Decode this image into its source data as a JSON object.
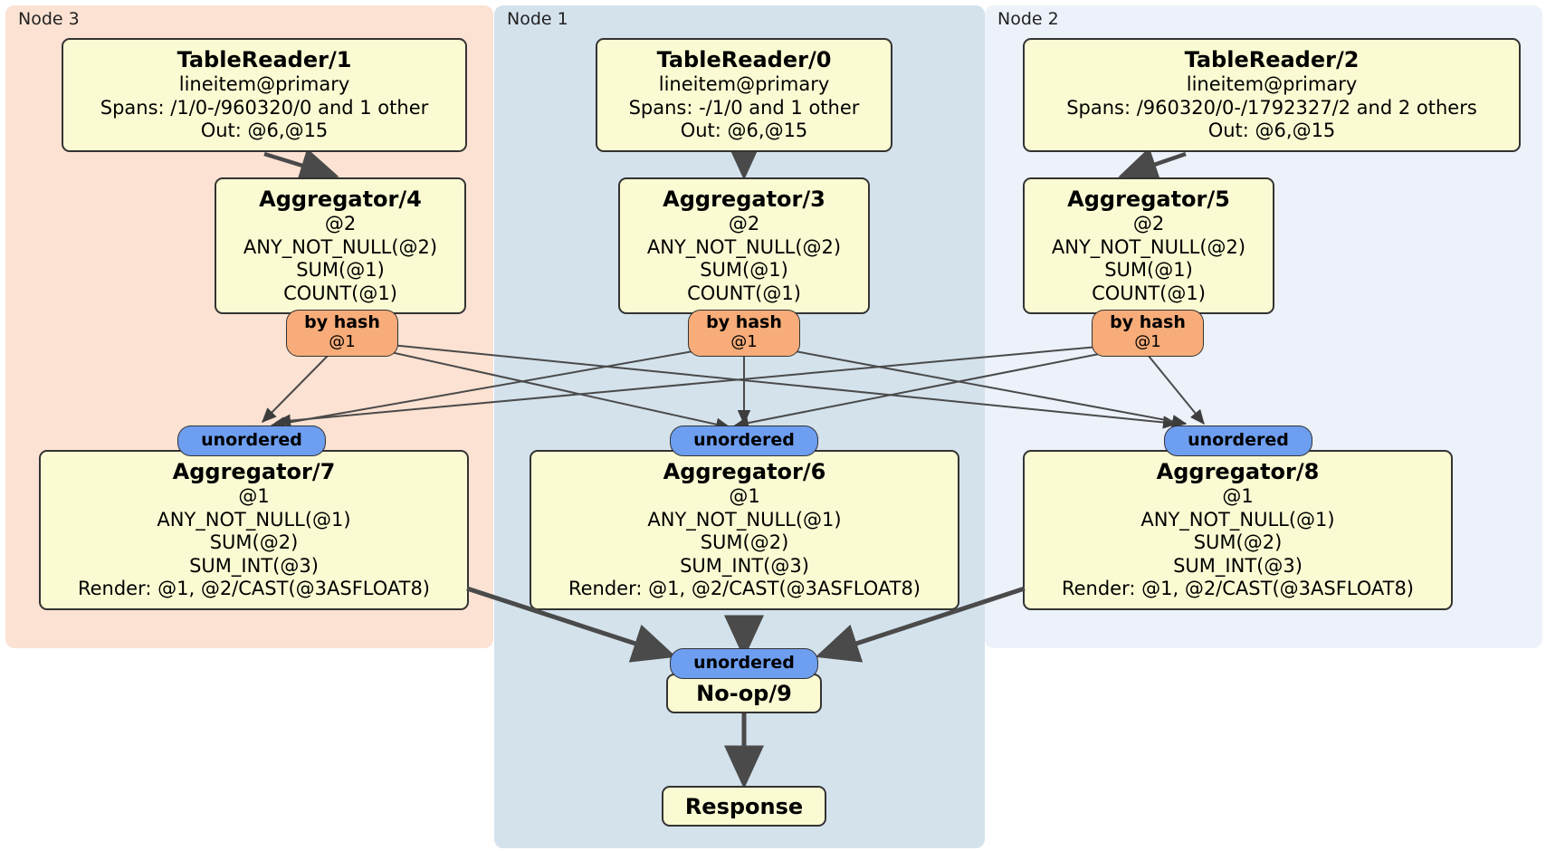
{
  "diagram": {
    "type": "distsql-query-plan",
    "title": "Distributed SQL physical plan",
    "colors": {
      "node3_panel": "#fbe2d3",
      "node1_panel": "#d4e2ec",
      "node2_panel": "#ecf1fa",
      "processor_fill": "#fbfbd3",
      "processor_stroke": "#333333",
      "hash_router": "#f7ac79",
      "unordered_synchronizer": "#6e9ef0",
      "edge": "#3d3d3d"
    }
  },
  "nodes": [
    {
      "id": "node3",
      "label": "Node 3"
    },
    {
      "id": "node1",
      "label": "Node 1"
    },
    {
      "id": "node2",
      "label": "Node 2"
    }
  ],
  "processors": {
    "table_reader_1": {
      "title": "TableReader/1",
      "lines": [
        "lineitem@primary",
        "Spans: /1/0-/960320/0 and 1 other",
        "Out: @6,@15"
      ]
    },
    "table_reader_0": {
      "title": "TableReader/0",
      "lines": [
        "lineitem@primary",
        "Spans: -/1/0 and 1 other",
        "Out: @6,@15"
      ]
    },
    "table_reader_2": {
      "title": "TableReader/2",
      "lines": [
        "lineitem@primary",
        "Spans: /960320/0-/1792327/2 and 2 others",
        "Out: @6,@15"
      ]
    },
    "aggregator_4": {
      "title": "Aggregator/4",
      "lines": [
        "@2",
        "ANY_NOT_NULL(@2)",
        "SUM(@1)",
        "COUNT(@1)"
      ]
    },
    "aggregator_3": {
      "title": "Aggregator/3",
      "lines": [
        "@2",
        "ANY_NOT_NULL(@2)",
        "SUM(@1)",
        "COUNT(@1)"
      ]
    },
    "aggregator_5": {
      "title": "Aggregator/5",
      "lines": [
        "@2",
        "ANY_NOT_NULL(@2)",
        "SUM(@1)",
        "COUNT(@1)"
      ]
    },
    "aggregator_7": {
      "title": "Aggregator/7",
      "lines": [
        "@1",
        "ANY_NOT_NULL(@1)",
        "SUM(@2)",
        "SUM_INT(@3)",
        "Render: @1, @2/CAST(@3ASFLOAT8)"
      ]
    },
    "aggregator_6": {
      "title": "Aggregator/6",
      "lines": [
        "@1",
        "ANY_NOT_NULL(@1)",
        "SUM(@2)",
        "SUM_INT(@3)",
        "Render: @1, @2/CAST(@3ASFLOAT8)"
      ]
    },
    "aggregator_8": {
      "title": "Aggregator/8",
      "lines": [
        "@1",
        "ANY_NOT_NULL(@1)",
        "SUM(@2)",
        "SUM_INT(@3)",
        "Render: @1, @2/CAST(@3ASFLOAT8)"
      ]
    },
    "noop_9": {
      "title": "No-op/9"
    },
    "response": {
      "title": "Response"
    }
  },
  "routers": {
    "hash_4": {
      "label": "by hash",
      "columns": "@1"
    },
    "hash_3": {
      "label": "by hash",
      "columns": "@1"
    },
    "hash_5": {
      "label": "by hash",
      "columns": "@1"
    }
  },
  "synchronizers": {
    "sync_7": {
      "label": "unordered"
    },
    "sync_6": {
      "label": "unordered"
    },
    "sync_8": {
      "label": "unordered"
    },
    "sync_final": {
      "label": "unordered"
    }
  }
}
